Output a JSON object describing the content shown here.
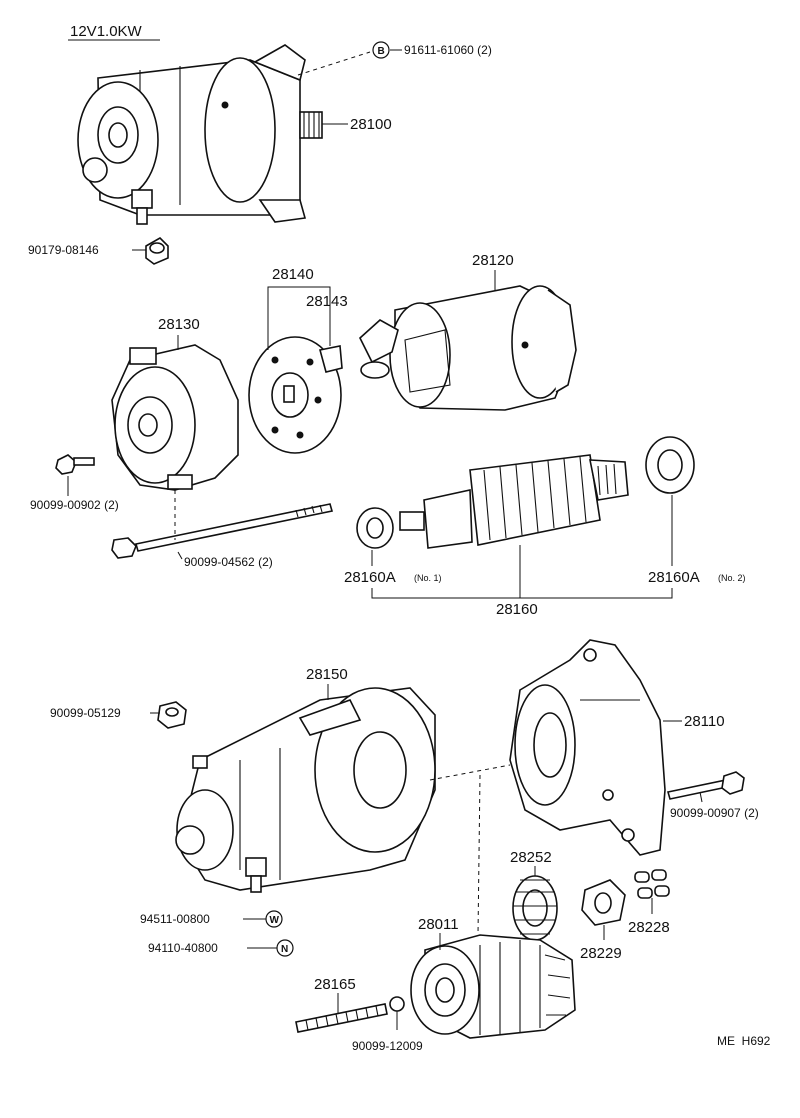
{
  "spec": "12V1.0KW",
  "diagram_code": "ME  H692",
  "parts": {
    "starter_assy": "28100",
    "starter_bolt": "91611-61060 (2)",
    "starter_bolt_marker": "B",
    "terminal_nut_top": "90179-08146",
    "brush_holder_group": "28140",
    "brush_holder_spring": "28143",
    "field_yoke": "28120",
    "end_frame": "28130",
    "end_frame_screw": "90099-00902 (2)",
    "through_bolt": "90099-04562 (2)",
    "bearing_no1": "28160A",
    "bearing_no1_note": "(No. 1)",
    "bearing_no2": "28160A",
    "bearing_no2_note": "(No. 2)",
    "armature": "28160",
    "magnetic_switch": "28150",
    "nut_05129": "90099-05129",
    "housing": "28110",
    "housing_bolt": "90099-00907 (2)",
    "idle_gear": "28252",
    "retainer": "28229",
    "roller": "28228",
    "clutch": "28011",
    "spring": "28165",
    "ball": "90099-12009",
    "washer_terminal": "94511-00800",
    "washer_marker": "W",
    "nut_terminal": "94110-40800",
    "nut_marker": "N"
  }
}
